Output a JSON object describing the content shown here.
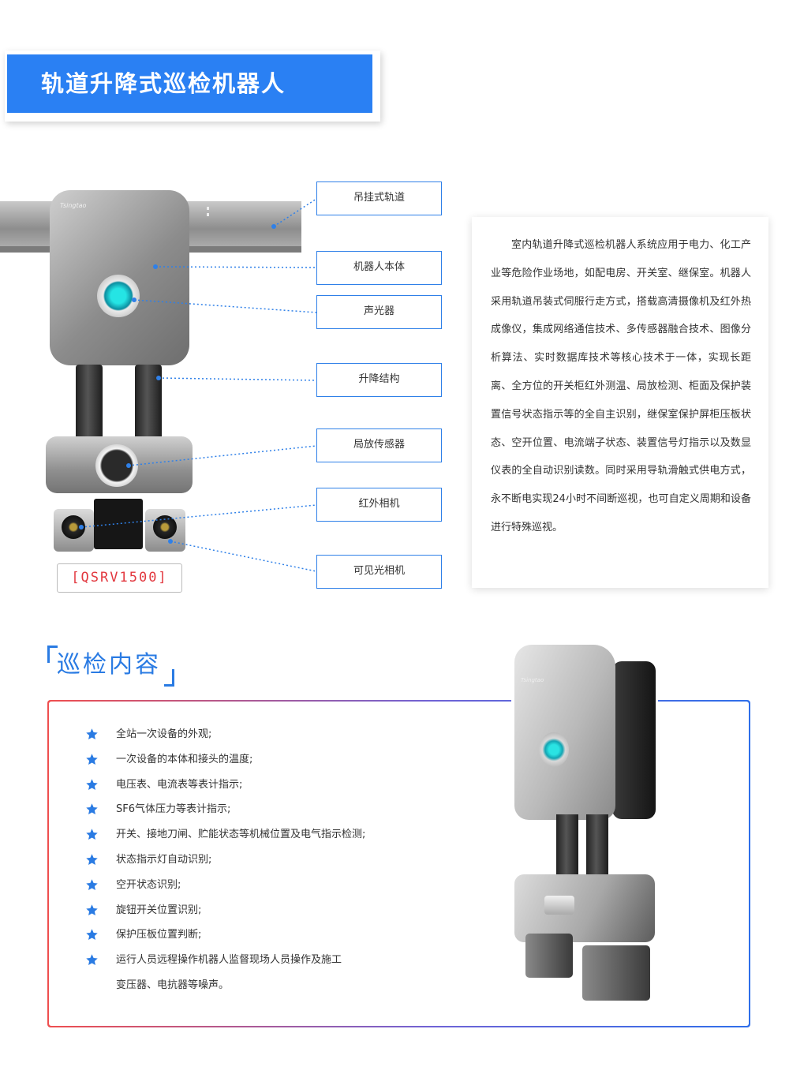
{
  "title": "轨道升降式巡检机器人",
  "robot": {
    "brand": "Tsingtao",
    "model": "[QSRV1500]"
  },
  "callouts": [
    "吊挂式轨道",
    "机器人本体",
    "声光器",
    "升降结构",
    "局放传感器",
    "红外相机",
    "可见光相机"
  ],
  "description": "室内轨道升降式巡检机器人系统应用于电力、化工产业等危险作业场地，如配电房、开关室、继保室。机器人采用轨道吊装式伺服行走方式，搭载高清摄像机及红外热成像仪，集成网络通信技术、多传感器融合技术、图像分析算法、实时数据库技术等核心技术于一体，实现长距离、全方位的开关柜红外测温、局放检测、柜面及保护装置信号状态指示等的全自主识别，继保室保护屏柜压板状态、空开位置、电流端子状态、装置信号灯指示以及数显仪表的全自动识别读数。同时采用导轨滑触式供电方式，永不断电实现24小时不间断巡视，也可自定义周期和设备进行特殊巡视。",
  "section": {
    "title": "巡检内容",
    "items": [
      "全站一次设备的外观;",
      "一次设备的本体和接头的温度;",
      "电压表、电流表等表计指示;",
      "SF6气体压力等表计指示;",
      "开关、接地刀闸、贮能状态等机械位置及电气指示检测;",
      "状态指示灯自动识别;",
      "空开状态识别;",
      "旋钮开关位置识别;",
      "保护压板位置判断;",
      "运行人员远程操作机器人监督现场人员操作及施工"
    ],
    "continuation": "变压器、电抗器等噪声。"
  },
  "colors": {
    "accent": "#2a80f3",
    "model_text": "#e2383f",
    "frame_start": "#ef4f4f",
    "frame_end": "#2f6fea"
  }
}
